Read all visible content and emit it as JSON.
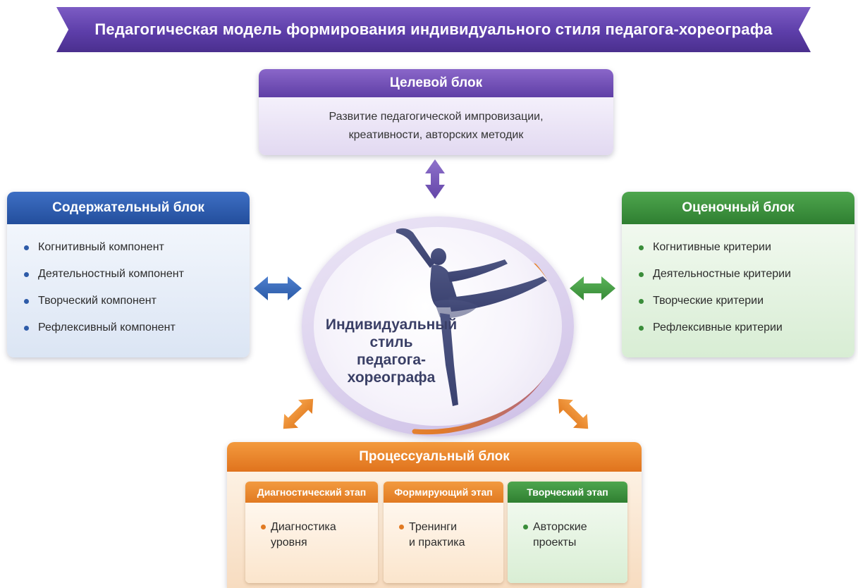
{
  "title": "Педагогическая модель формирования индивидуального стиля педагога-хореографа",
  "target_block": {
    "header": "Целевой блок",
    "lines": [
      "Развитие педагогической импровизации,",
      "креативности, авторских методик"
    ]
  },
  "content_block": {
    "header": "Содержательный блок",
    "items": [
      "Когнитивный компонент",
      "Деятельностный компонент",
      "Творческий компонент",
      "Рефлексивный компонент"
    ]
  },
  "evaluation_block": {
    "header": "Оценочный блок",
    "items": [
      "Когнитивные критерии",
      "Деятельностные критерии",
      "Творческие критерии",
      "Рефлексивные критерии"
    ]
  },
  "center": {
    "lines": [
      "Индивидуальный",
      "стиль",
      "педагога-",
      "хореографа"
    ],
    "icon": "ballerina-icon"
  },
  "process_block": {
    "header": "Процессуальный блок",
    "stages": [
      {
        "header": "Диагностический этап",
        "lines": [
          "Диагностика",
          "уровня"
        ]
      },
      {
        "header": "Формирующий этап",
        "lines": [
          "Тренинги",
          "и практика"
        ]
      },
      {
        "header": "Творческий этап",
        "lines": [
          "Авторские",
          "проекты"
        ]
      }
    ]
  },
  "colors": {
    "purple": "#5f3fa6",
    "blue": "#234e9c",
    "green": "#2f7f31",
    "orange": "#e0731d",
    "center_text": "#3a3f66"
  }
}
